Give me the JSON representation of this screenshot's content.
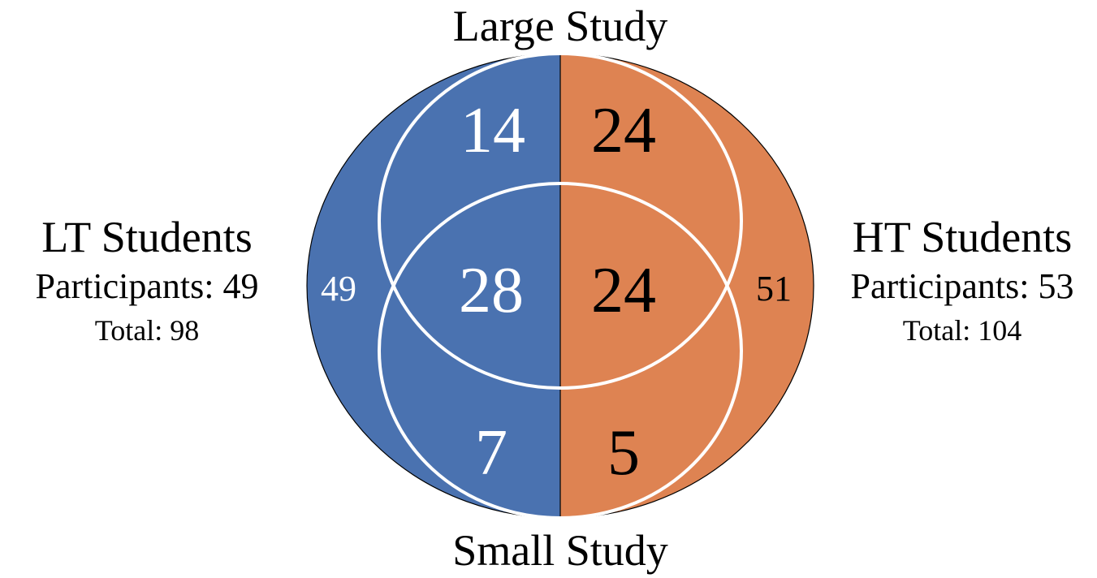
{
  "diagram": {
    "top_label": "Large Study",
    "bottom_label": "Small Study",
    "left_group": {
      "title": "LT Students",
      "participants": "Participants: 49",
      "total": "Total: 98"
    },
    "right_group": {
      "title": "HT Students",
      "participants": "Participants: 53",
      "total": "Total: 104"
    },
    "regions": {
      "lt_large_only": "14",
      "ht_large_only": "24",
      "lt_both": "28",
      "ht_both": "24",
      "lt_small_only": "7",
      "ht_small_only": "5",
      "lt_neither": "49",
      "ht_neither": "51"
    },
    "colors": {
      "lt": "#4A72B0",
      "ht": "#DE8352",
      "circle_outline": "#ffffff",
      "border": "#000000"
    }
  }
}
